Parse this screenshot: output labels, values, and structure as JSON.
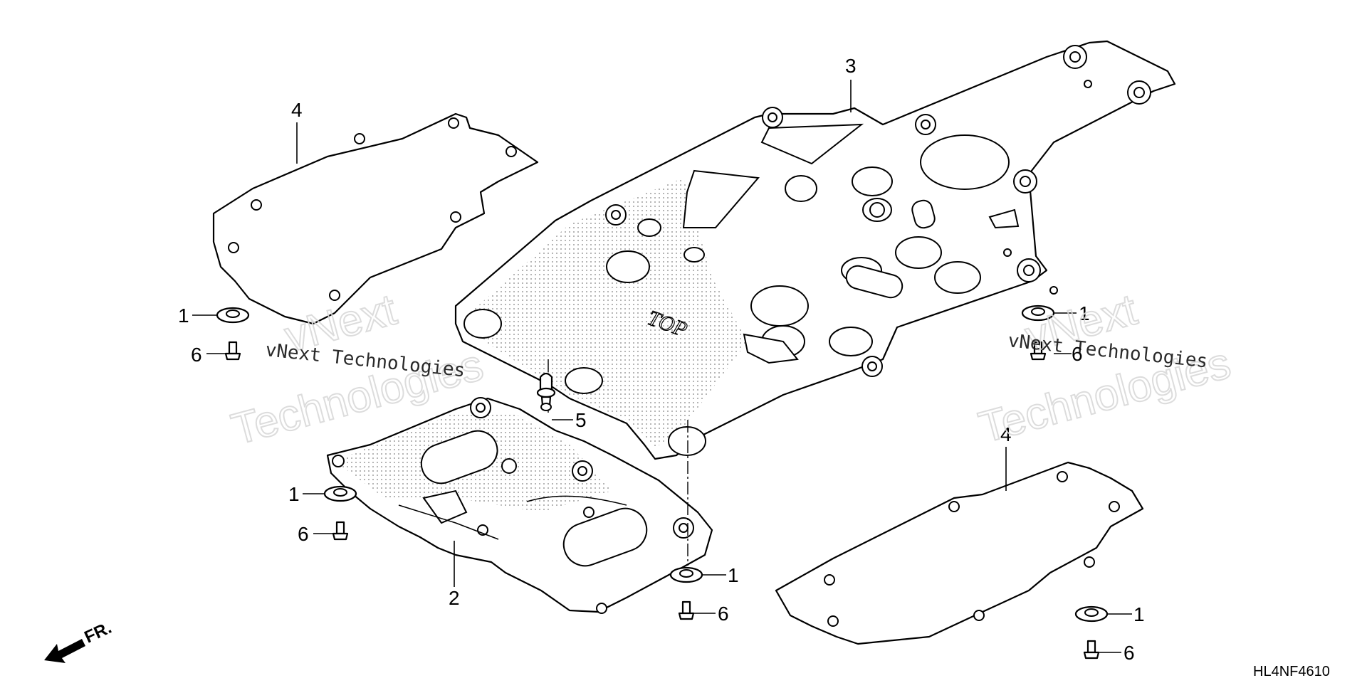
{
  "diagram_code": "HL4NF4610",
  "stamp_text": "TOP",
  "front_indicator": "FR.",
  "watermark": {
    "line1": "vNext Technologies",
    "big_top": "vNext",
    "big_bottom": "Technologies"
  },
  "callouts": {
    "c1": "1",
    "c2": "2",
    "c3": "3",
    "c4": "4",
    "c5": "5",
    "c6": "6"
  }
}
